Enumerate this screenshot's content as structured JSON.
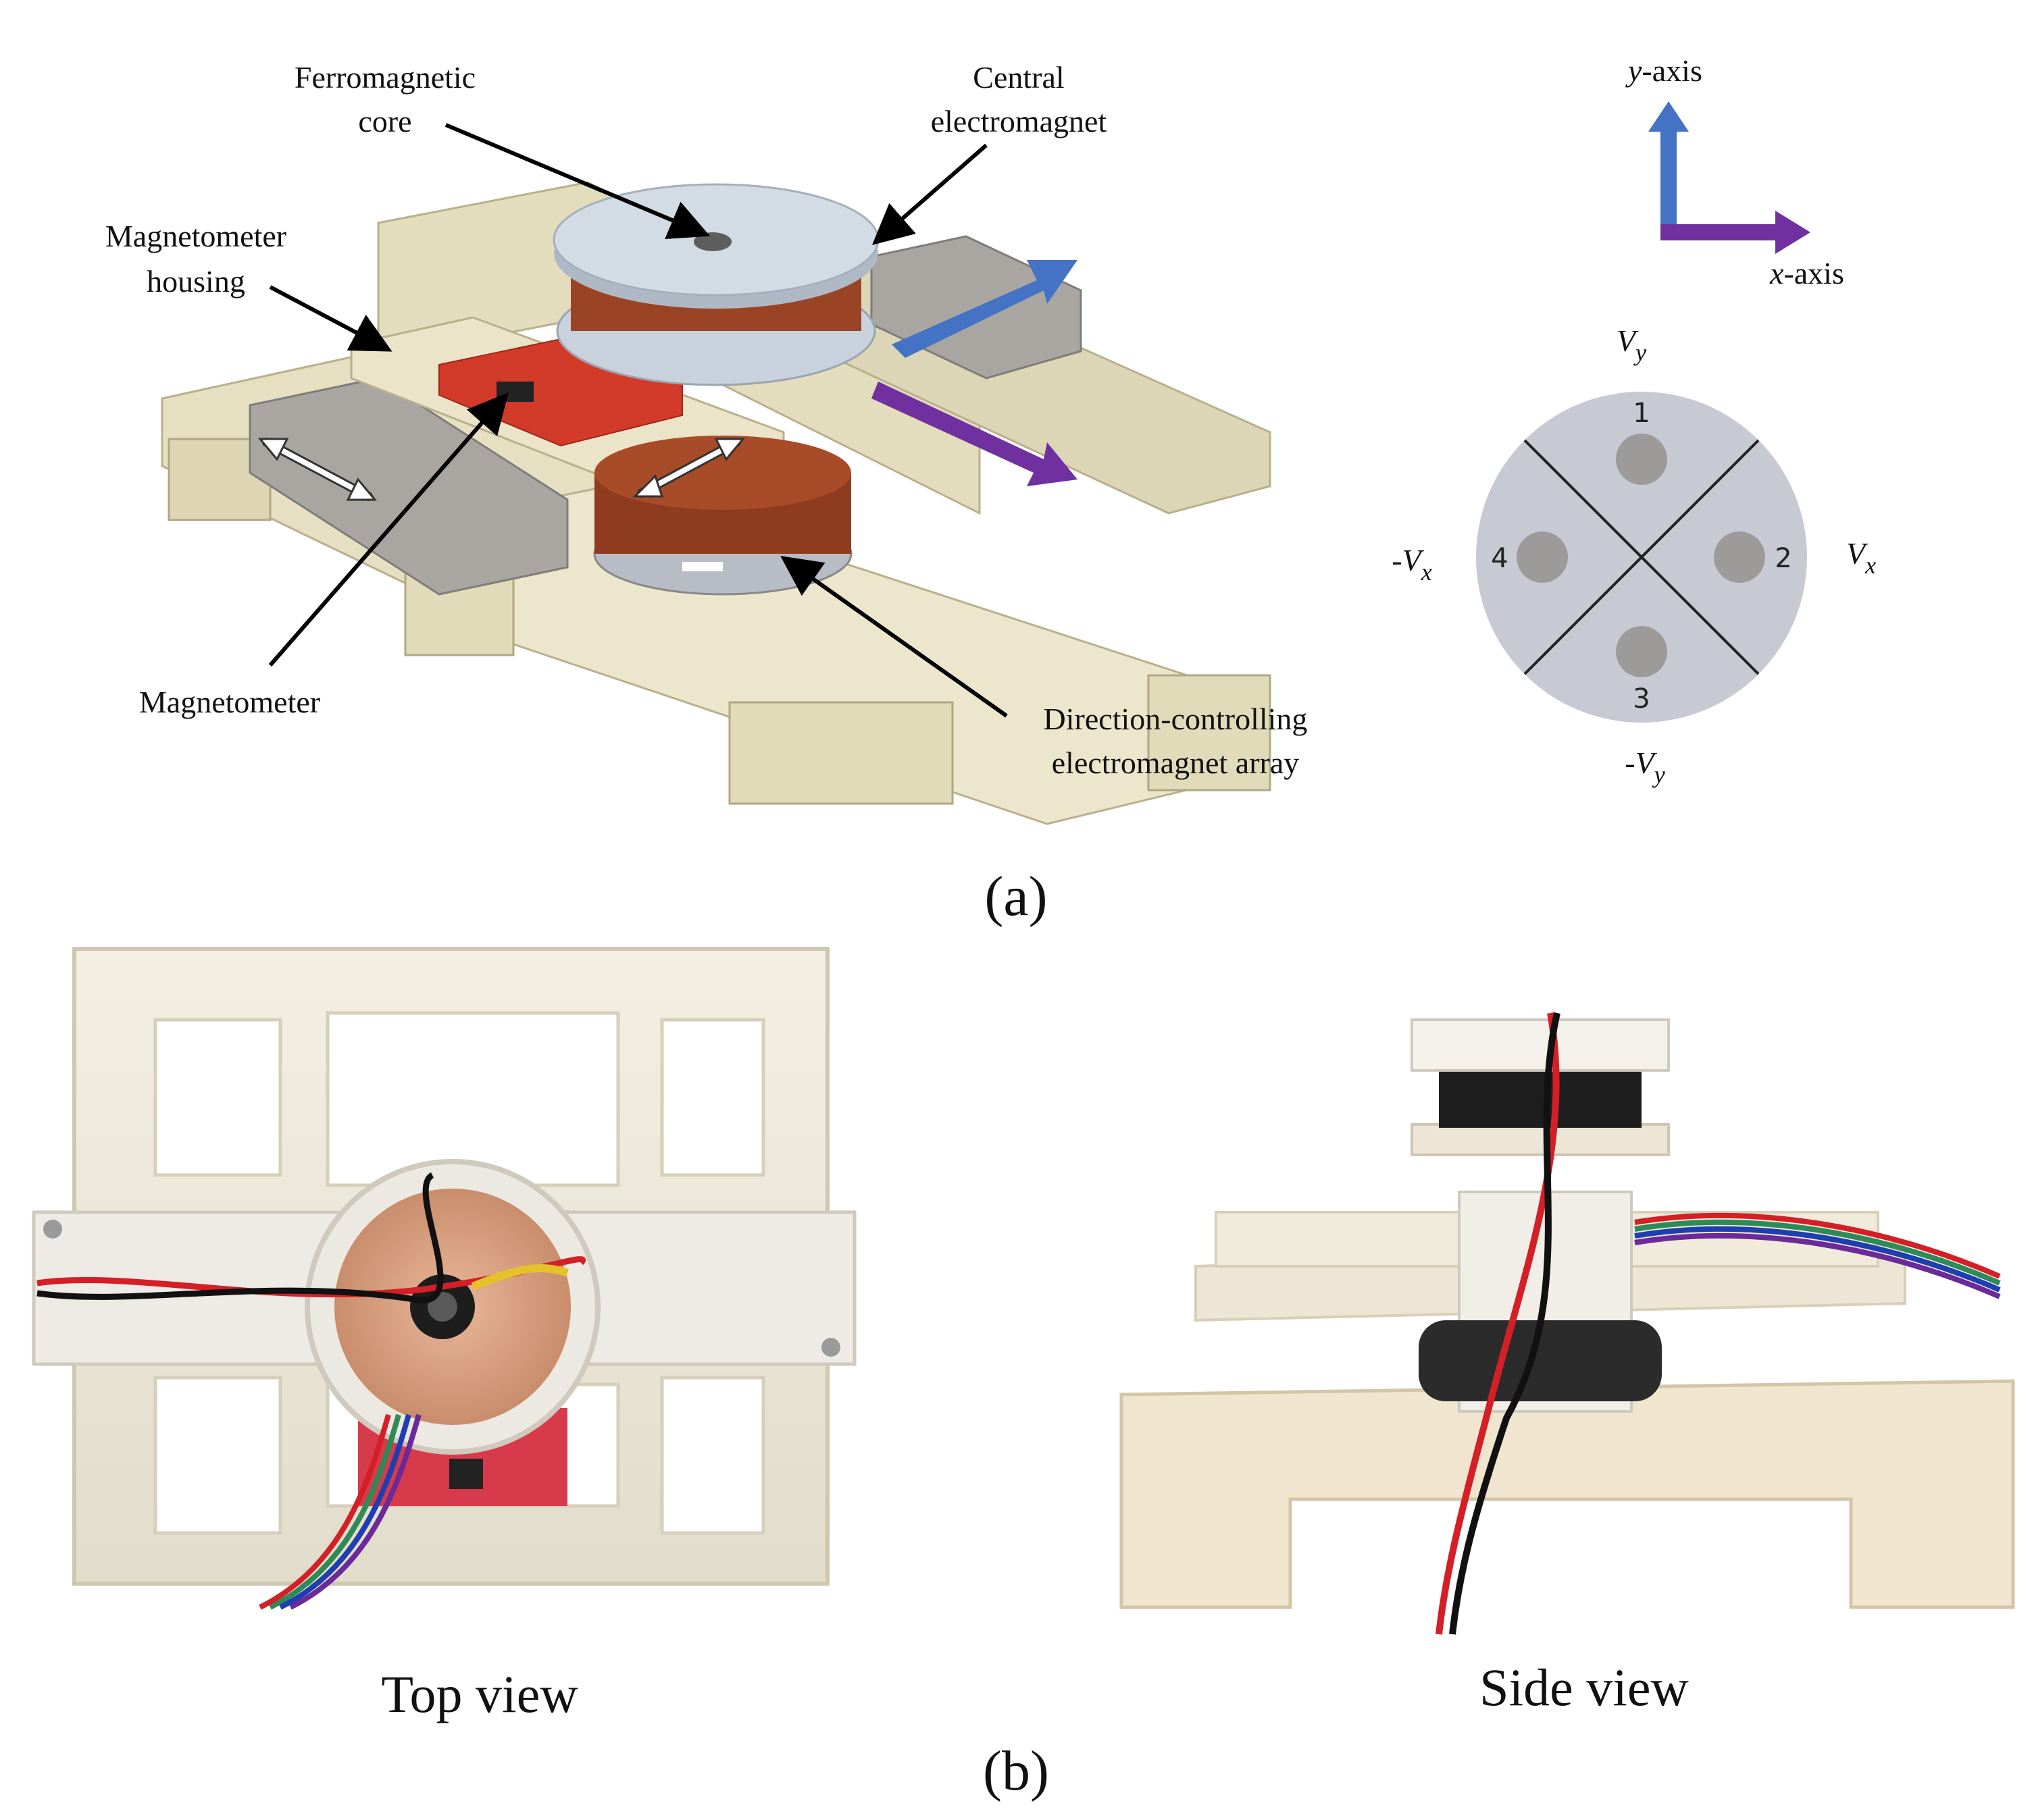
{
  "panel_a": {
    "caption": "(a)",
    "labels": {
      "ferromagnetic_core": [
        "Ferromagnetic",
        "core"
      ],
      "central_electromagnet": [
        "Central",
        "electromagnet"
      ],
      "magnetometer_housing": [
        "Magnetometer",
        "housing"
      ],
      "magnetometer": "Magnetometer",
      "direction_array": [
        "Direction-controlling",
        "electromagnet array"
      ]
    },
    "axes": {
      "y_axis": {
        "var": "y",
        "suffix": "-axis"
      },
      "x_axis": {
        "var": "x",
        "suffix": "-axis"
      }
    },
    "electrode_diagram": {
      "top": {
        "letter": "V",
        "sub": "y"
      },
      "right": {
        "letter": "V",
        "sub": "x"
      },
      "bottom": {
        "prefix": "-",
        "letter": "V",
        "sub": "y"
      },
      "left": {
        "prefix": "-",
        "letter": "V",
        "sub": "x"
      },
      "numbers": [
        "1",
        "2",
        "3",
        "4"
      ]
    },
    "colors": {
      "y_arrow": "#4472c4",
      "x_arrow": "#7030a0",
      "frame": "#e6dfc0",
      "coil": "#9a4425",
      "disk": "#c9d2dc",
      "pcb": "#d23a2a",
      "circle": "#c7c9d3",
      "dot": "#9d9b99"
    }
  },
  "panel_b": {
    "caption": "(b)",
    "top_view_label": "Top view",
    "side_view_label": "Side view"
  }
}
